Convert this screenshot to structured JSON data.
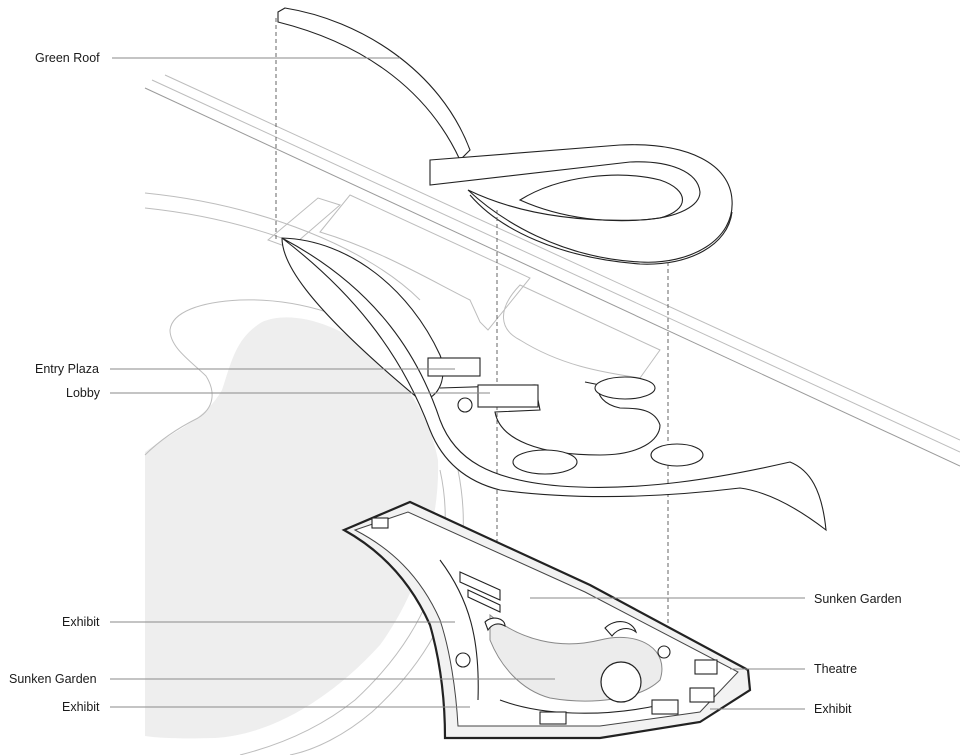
{
  "labels": {
    "green_roof": "Green Roof",
    "entry_plaza": "Entry Plaza",
    "lobby": "Lobby",
    "exhibit_left_1": "Exhibit",
    "sunken_garden_left": "Sunken Garden",
    "exhibit_left_2": "Exhibit",
    "sunken_garden_right": "Sunken Garden",
    "theatre": "Theatre",
    "exhibit_right": "Exhibit"
  }
}
